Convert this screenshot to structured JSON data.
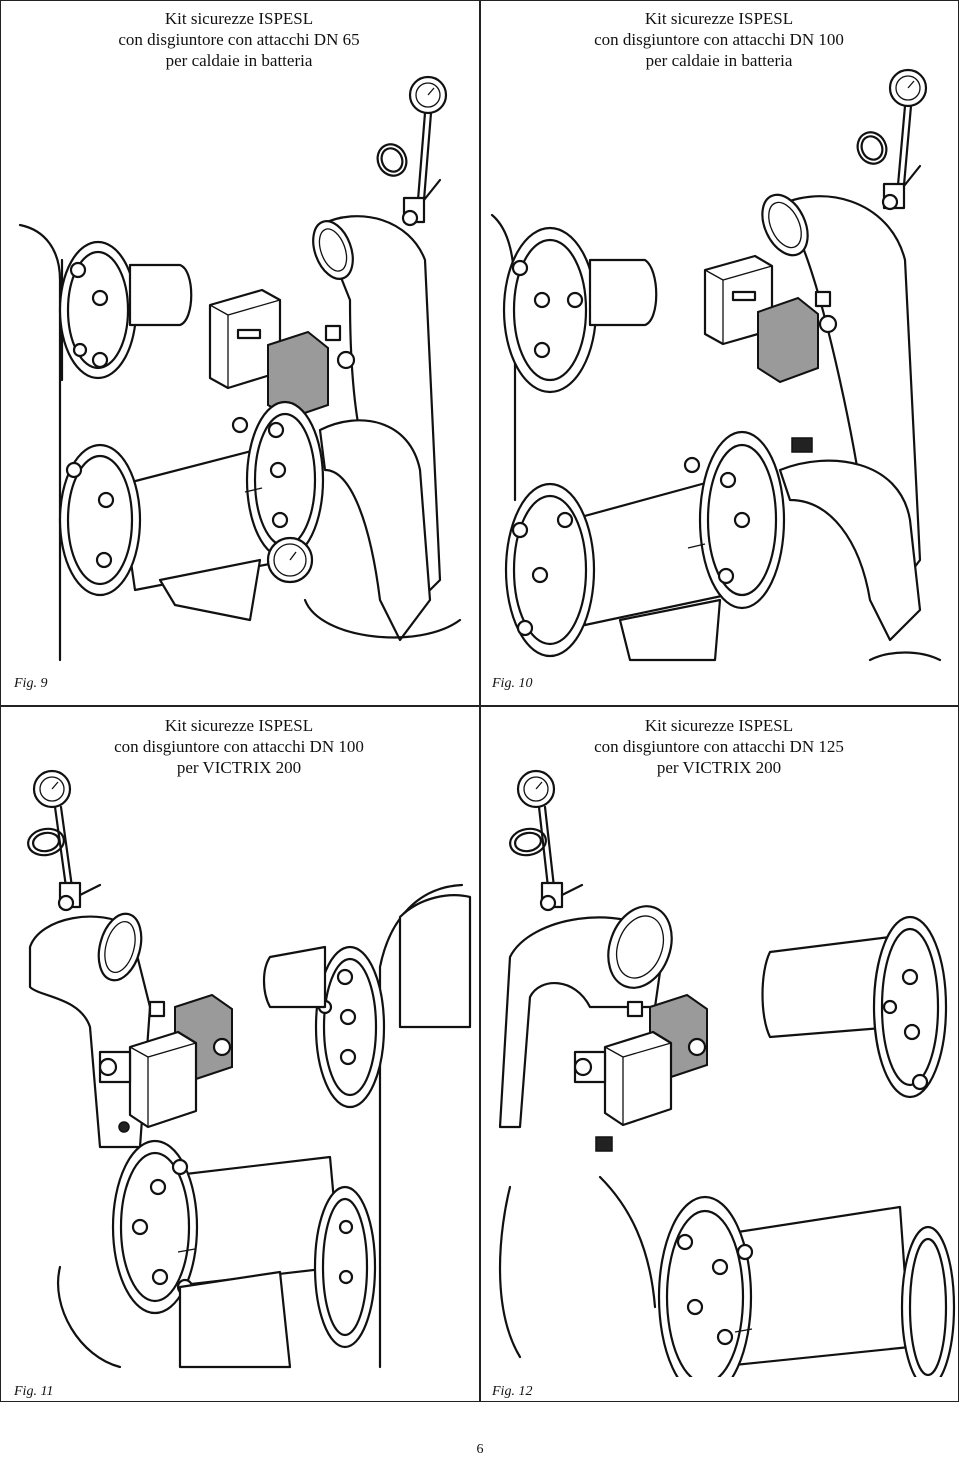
{
  "panels": [
    {
      "title_lines": [
        "Kit sicurezze ISPESL",
        "con disgiuntore con attacchi DN 65",
        "per caldaie in batteria"
      ],
      "figure_label": "Fig. 9"
    },
    {
      "title_lines": [
        "Kit sicurezze ISPESL",
        "con disgiuntore con attacchi DN 100",
        "per caldaie in batteria"
      ],
      "figure_label": "Fig. 10"
    },
    {
      "title_lines": [
        "Kit sicurezze ISPESL",
        "con disgiuntore con attacchi DN 100",
        "per VICTRIX 200"
      ],
      "figure_label": "Fig. 11"
    },
    {
      "title_lines": [
        "Kit sicurezze ISPESL",
        "con disgiuntore con attacchi DN 125",
        "per VICTRIX 200"
      ],
      "figure_label": "Fig. 12"
    }
  ],
  "page_number": "6",
  "colors": {
    "line": "#111111",
    "component_gray": "#9a9a9a",
    "background": "#ffffff"
  }
}
